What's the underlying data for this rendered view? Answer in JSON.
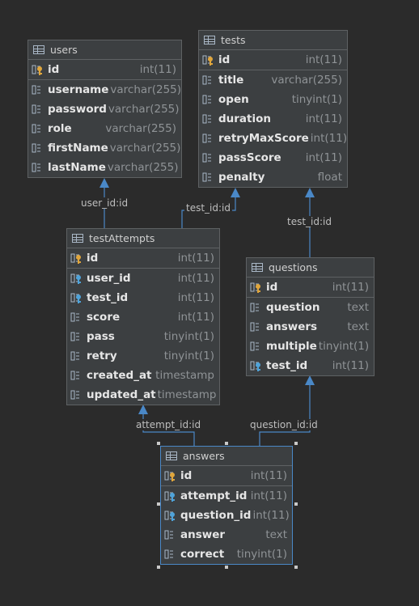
{
  "colors": {
    "background": "#2b2b2b",
    "table_bg": "#3c3f41",
    "border": "#5e6163",
    "selected_border": "#4a88c7",
    "link": "#4a88c7",
    "key_icon": "#e0a63c",
    "fk_icon": "#4fa3d9"
  },
  "tables": {
    "users": {
      "name": "users",
      "columns": [
        {
          "name": "id",
          "type": "int(11)",
          "icon": "primary-key-icon"
        },
        {
          "name": "username",
          "type": "varchar(255)",
          "icon": "column-icon"
        },
        {
          "name": "password",
          "type": "varchar(255)",
          "icon": "column-icon"
        },
        {
          "name": "role",
          "type": "varchar(255)",
          "icon": "column-icon"
        },
        {
          "name": "firstName",
          "type": "varchar(255)",
          "icon": "column-icon"
        },
        {
          "name": "lastName",
          "type": "varchar(255)",
          "icon": "column-icon"
        }
      ]
    },
    "tests": {
      "name": "tests",
      "columns": [
        {
          "name": "id",
          "type": "int(11)",
          "icon": "primary-key-icon"
        },
        {
          "name": "title",
          "type": "varchar(255)",
          "icon": "column-icon"
        },
        {
          "name": "open",
          "type": "tinyint(1)",
          "icon": "column-icon"
        },
        {
          "name": "duration",
          "type": "int(11)",
          "icon": "column-icon"
        },
        {
          "name": "retryMaxScore",
          "type": "int(11)",
          "icon": "column-icon"
        },
        {
          "name": "passScore",
          "type": "int(11)",
          "icon": "column-icon"
        },
        {
          "name": "penalty",
          "type": "float",
          "icon": "column-icon"
        }
      ]
    },
    "testAttempts": {
      "name": "testAttempts",
      "columns": [
        {
          "name": "id",
          "type": "int(11)",
          "icon": "primary-key-icon"
        },
        {
          "name": "user_id",
          "type": "int(11)",
          "icon": "foreign-key-icon"
        },
        {
          "name": "test_id",
          "type": "int(11)",
          "icon": "foreign-key-icon"
        },
        {
          "name": "score",
          "type": "int(11)",
          "icon": "column-icon"
        },
        {
          "name": "pass",
          "type": "tinyint(1)",
          "icon": "column-icon"
        },
        {
          "name": "retry",
          "type": "tinyint(1)",
          "icon": "column-icon"
        },
        {
          "name": "created_at",
          "type": "timestamp",
          "icon": "column-icon"
        },
        {
          "name": "updated_at",
          "type": "timestamp",
          "icon": "column-icon"
        }
      ]
    },
    "questions": {
      "name": "questions",
      "columns": [
        {
          "name": "id",
          "type": "int(11)",
          "icon": "primary-key-icon"
        },
        {
          "name": "question",
          "type": "text",
          "icon": "column-icon"
        },
        {
          "name": "answers",
          "type": "text",
          "icon": "column-icon"
        },
        {
          "name": "multiple",
          "type": "tinyint(1)",
          "icon": "column-icon"
        },
        {
          "name": "test_id",
          "type": "int(11)",
          "icon": "foreign-key-icon"
        }
      ]
    },
    "answers": {
      "name": "answers",
      "columns": [
        {
          "name": "id",
          "type": "int(11)",
          "icon": "primary-key-icon"
        },
        {
          "name": "attempt_id",
          "type": "int(11)",
          "icon": "foreign-key-icon"
        },
        {
          "name": "question_id",
          "type": "int(11)",
          "icon": "foreign-key-icon"
        },
        {
          "name": "answer",
          "type": "text",
          "icon": "column-icon"
        },
        {
          "name": "correct",
          "type": "tinyint(1)",
          "icon": "column-icon"
        }
      ]
    }
  },
  "relations": [
    {
      "label": "user_id:id"
    },
    {
      "label": "test_id:id"
    },
    {
      "label": "test_id:id"
    },
    {
      "label": "attempt_id:id"
    },
    {
      "label": "question_id:id"
    }
  ]
}
